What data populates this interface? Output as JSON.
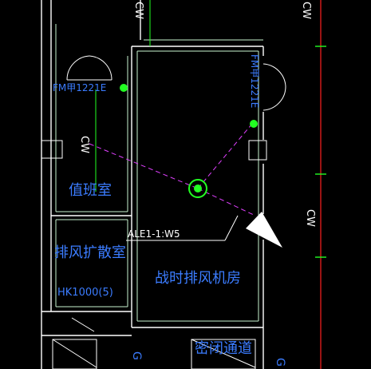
{
  "drawing": {
    "background": "#000000",
    "colors": {
      "wall": "#ffffff",
      "wall_inner": "#c8f5d0",
      "room_text": "#3b7cff",
      "leader": "#ffffff",
      "dashed_link": "#e040ff",
      "device": "#22ff22",
      "axis": "#ff2020",
      "axis_ticks": "#22ff22"
    },
    "rooms": {
      "duty_room": "值班室",
      "exhaust_expansion_room": "排风扩散室",
      "expansion_code": "HK1000(5)",
      "wartime_exhaust_fan_room": "战时排风机房",
      "sealed_passage": "密闭通道"
    },
    "doors": {
      "door_left": "FM甲1221E",
      "door_right": "FM甲1221E"
    },
    "tags": {
      "cw_top_left": "CW",
      "cw_top_right": "CW",
      "cw_left_mid": "CW",
      "cw_right_mid": "CW",
      "fan_label": "ALE1-1:W5",
      "bottom_left_partial": "G",
      "bottom_right_partial": "G"
    },
    "icons": {
      "fan_marker": "circle-target-icon",
      "door_node": "green-node-icon",
      "direction_arrow": "triangle-arrow-icon"
    }
  }
}
